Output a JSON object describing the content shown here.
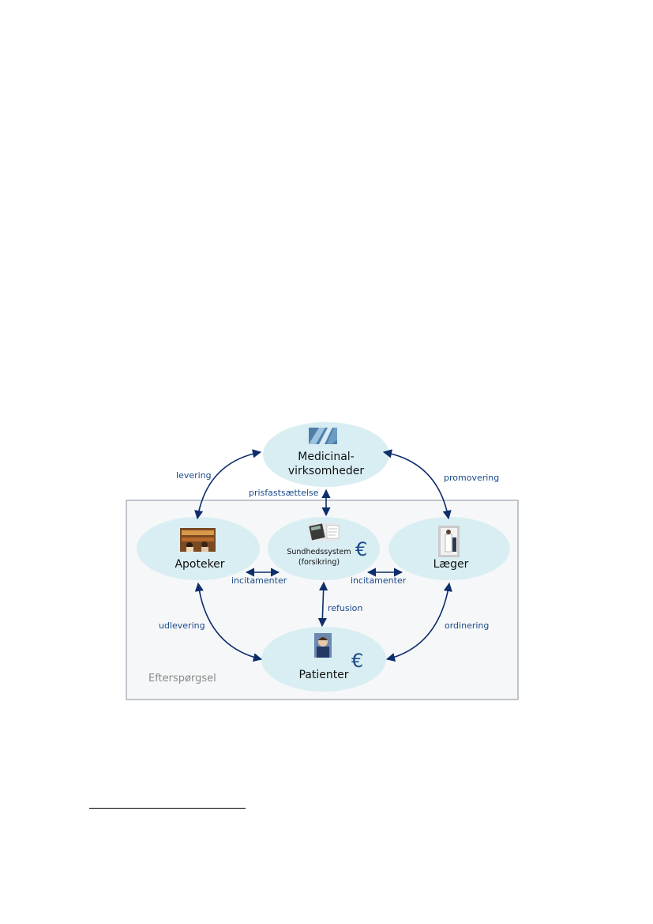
{
  "colors": {
    "node_fill": "#d9eef3",
    "arrow": "#0d2d6b",
    "edge_text": "#1a4a8a",
    "region_border": "#9aa3ad",
    "region_fill": "#f6f7f8",
    "euro": "#1a4a8a"
  },
  "region": {
    "label": "Efterspørgsel"
  },
  "nodes": {
    "medicinal": {
      "line1": "Medicinal-",
      "line2": "virksomheder",
      "icon": "office-building-photo"
    },
    "apoteker": {
      "label": "Apoteker",
      "icon": "pharmacy-interior-photo"
    },
    "sundhed": {
      "line1": "Sundhedssystem",
      "line2": "(forsikring)",
      "icon": "calculator-documents-photo",
      "currency": "€"
    },
    "laeger": {
      "label": "Læger",
      "icon": "doctor-doorway-photo"
    },
    "patienter": {
      "label": "Patienter",
      "icon": "distressed-patient-photo",
      "currency": "€"
    }
  },
  "edges": {
    "levering": "levering",
    "promovering": "promovering",
    "prisfastsaettelse": "prisfastsættelse",
    "incitamenter_left": "incitamenter",
    "incitamenter_right": "incitamenter",
    "refusion": "refusion",
    "udlevering": "udlevering",
    "ordinering": "ordinering"
  }
}
